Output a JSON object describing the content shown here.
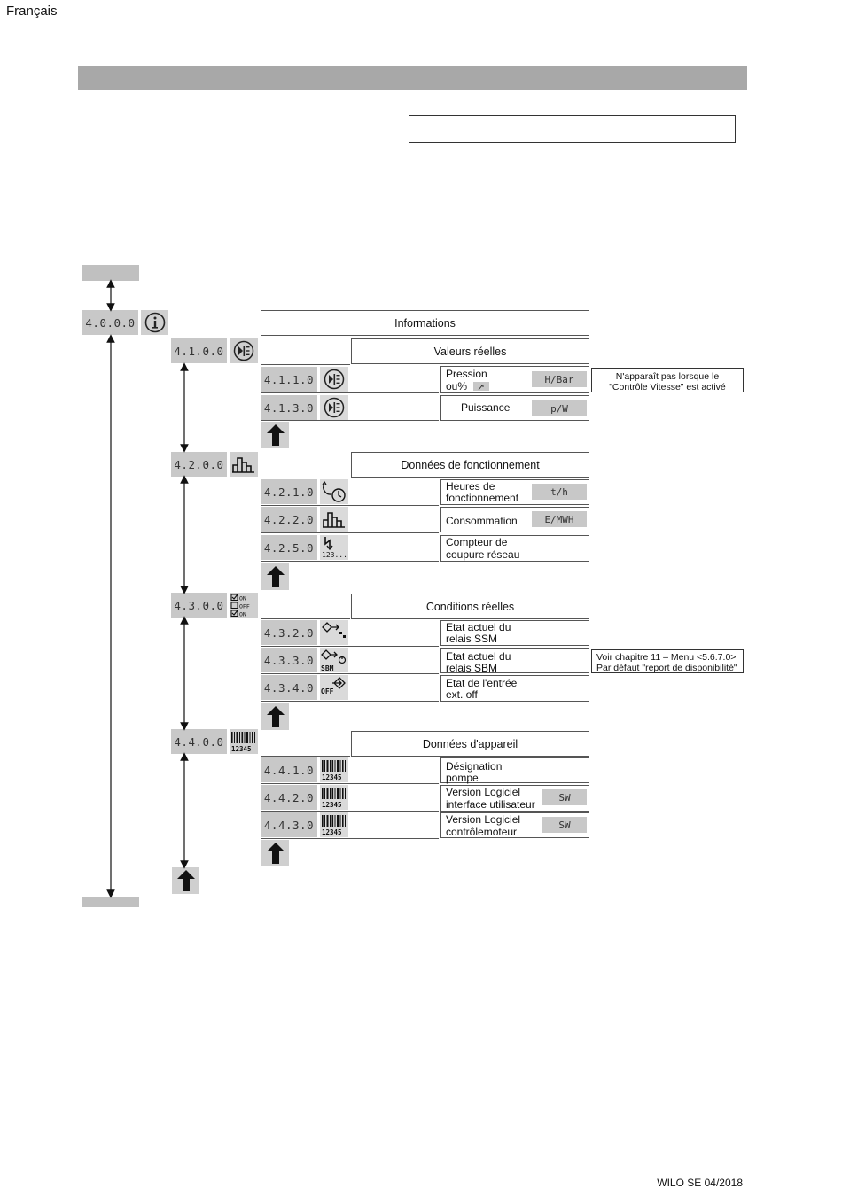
{
  "page": {
    "language": "Français",
    "footer": "WILO SE 04/2018"
  },
  "root": {
    "code": "4.0.0.0",
    "icon": "info-icon",
    "label": "Informations"
  },
  "groups": [
    {
      "code": "4.1.0.0",
      "icon": "actual-values-icon",
      "label": "Valeurs réelles",
      "items": [
        {
          "code": "4.1.1.0",
          "icon": "actual-values-icon",
          "label_1": "Pression",
          "label_2": "ou%",
          "unit": "H/Bar"
        },
        {
          "code": "4.1.3.0",
          "icon": "actual-values-icon",
          "label": "Puissance",
          "unit": "p/W"
        }
      ]
    },
    {
      "code": "4.2.0.0",
      "icon": "bar-chart-icon",
      "label": "Données de fonctionnement",
      "items": [
        {
          "code": "4.2.1.0",
          "icon": "hours-counter-icon",
          "label_1": "Heures de",
          "label_2": "fonctionnement",
          "unit": "t/h"
        },
        {
          "code": "4.2.2.0",
          "icon": "bar-chart-icon",
          "label": "Consommation",
          "unit": "E/MWH"
        },
        {
          "code": "4.2.5.0",
          "icon": "mains-cut-counter-icon",
          "icon_text": "123...",
          "label_1": "Compteur de",
          "label_2": "coupure réseau"
        }
      ]
    },
    {
      "code": "4.3.0.0",
      "icon": "checklist-on-off-icon",
      "icon_text": [
        "ON",
        "OFF",
        "ON"
      ],
      "label": "Conditions réelles",
      "items": [
        {
          "code": "4.3.2.0",
          "icon": "ssm-relay-icon",
          "label_1": "Etat actuel du",
          "label_2": "relais SSM"
        },
        {
          "code": "4.3.3.0",
          "icon": "sbm-relay-icon",
          "icon_text": "SBM",
          "label_1": "Etat actuel du",
          "label_2": "relais SBM"
        },
        {
          "code": "4.3.4.0",
          "icon": "ext-off-icon",
          "icon_text": "OFF",
          "label_1": "Etat de l'entrée",
          "label_2": "ext. off"
        }
      ]
    },
    {
      "code": "4.4.0.0",
      "icon": "barcode-icon",
      "icon_text": "12345",
      "label": "Données d'appareil",
      "items": [
        {
          "code": "4.4.1.0",
          "icon": "barcode-icon",
          "icon_text": "12345",
          "label_1": "Désignation",
          "label_2": "pompe"
        },
        {
          "code": "4.4.2.0",
          "icon": "barcode-icon",
          "icon_text": "12345",
          "label_1": "Version Logiciel",
          "label_2": "interface utilisateur",
          "unit": "SW"
        },
        {
          "code": "4.4.3.0",
          "icon": "barcode-icon",
          "icon_text": "12345",
          "label_1": "Version Logiciel",
          "label_2": "contrôlemoteur",
          "unit": "SW"
        }
      ]
    }
  ],
  "notes": {
    "pressure": {
      "line_1": "N'apparaît pas lorsque le",
      "line_2": "\"Contrôle Vitesse\" est activé"
    },
    "sbm": {
      "line_1": "Voir chapitre 11 – Menu <5.6.7.0>",
      "line_2": "Par défaut \"report de disponibilité\""
    }
  },
  "icons": {
    "back": "back-arrow-icon",
    "updown": "up-down-arrow-icon"
  }
}
